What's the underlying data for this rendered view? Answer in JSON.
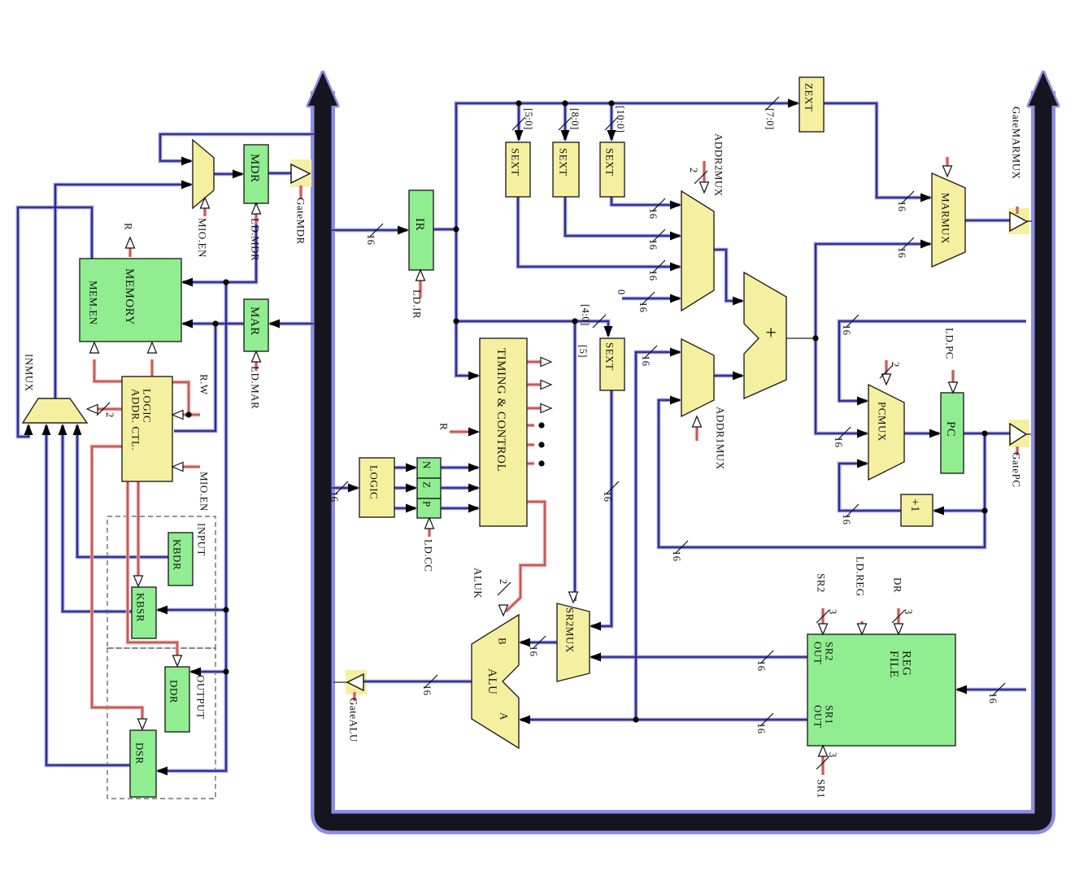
{
  "labels": {
    "memory": "MEMORY",
    "mem_en": "MEM.EN",
    "mdr": "MDR",
    "mar": "MAR",
    "ir": "IR",
    "pc": "PC",
    "plus_one": "+1",
    "plus": "+",
    "reg_file": "REG\nFILE",
    "sr2_out": "SR2\nOUT",
    "sr1_out": "SR1\nOUT",
    "kbdr": "KBDR",
    "kbsr": "KBSR",
    "ddr": "DDR",
    "dsr": "DSR",
    "n": "N",
    "z": "Z",
    "p": "P",
    "logic": "LOGIC",
    "timing_control": "TIMING & CONTROL",
    "addr_ctl_logic": "ADDR. CTL.\nLOGIC",
    "sext": "SEXT",
    "zext": "ZEXT",
    "inmux": "INMUX",
    "marmux": "MARMUX",
    "pcmux": "PCMUX",
    "sr2mux": "SR2MUX",
    "addr2mux": "ADDR2MUX",
    "addr1mux": "ADDR1MUX",
    "alu": "ALU",
    "alu_a": "A",
    "alu_b": "B",
    "input": "INPUT",
    "output": "OUTPUT"
  },
  "gates": {
    "gate_mdr": "GateMDR",
    "gate_marmux": "GateMARMUX",
    "gate_pc": "GatePC",
    "gate_alu": "GateALU"
  },
  "controls": {
    "ld_mdr": "LD.MDR",
    "ld_mar": "LD.MAR",
    "ld_ir": "LD.IR",
    "ld_cc": "LD.CC",
    "ld_pc": "LD.PC",
    "ld_reg": "LD.REG",
    "mio_en": "MIO.EN",
    "r": "R",
    "r_w": "R.W",
    "aluk": "ALUK",
    "sr2": "SR2",
    "sr1": "SR1",
    "dr": "DR"
  },
  "bits": {
    "b16": "16",
    "b2": "2",
    "b3": "3",
    "b0": "0",
    "ir_7_0": "[7:0]",
    "ir_5_0": "[5:0]",
    "ir_8_0": "[8:0]",
    "ir_10_0": "[10:0]",
    "ir_4_0": "[4:0]",
    "ir_5": "[5]"
  }
}
